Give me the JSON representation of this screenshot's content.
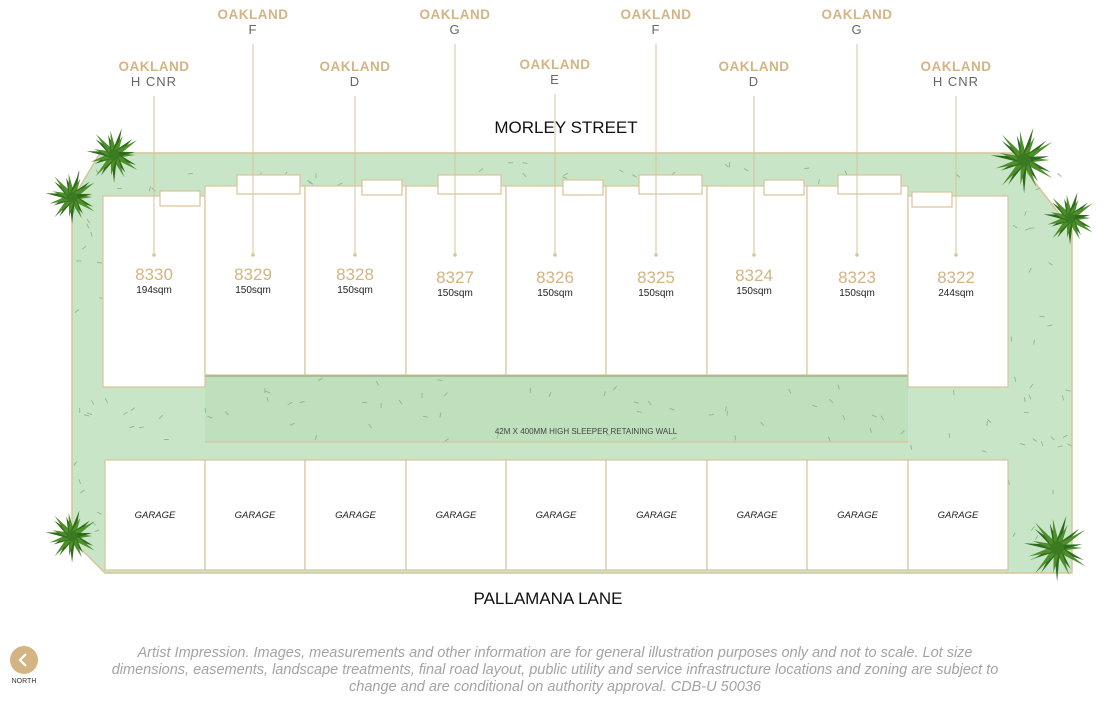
{
  "streets": {
    "top": "MORLEY STREET",
    "bottom": "PALLAMANA  LANE"
  },
  "retaining_wall": "42M X 400MM HIGH SLEEPER RETAINING WALL",
  "garage_label": "GARAGE",
  "lots": [
    {
      "number": "8330",
      "area": "194sqm",
      "house": "OAKLAND",
      "type": "H CNR"
    },
    {
      "number": "8329",
      "area": "150sqm",
      "house": "OAKLAND",
      "type": "F"
    },
    {
      "number": "8328",
      "area": "150sqm",
      "house": "OAKLAND",
      "type": "D"
    },
    {
      "number": "8327",
      "area": "150sqm",
      "house": "OAKLAND",
      "type": "G"
    },
    {
      "number": "8326",
      "area": "150sqm",
      "house": "OAKLAND",
      "type": "E"
    },
    {
      "number": "8325",
      "area": "150sqm",
      "house": "OAKLAND",
      "type": "F"
    },
    {
      "number": "8324",
      "area": "150sqm",
      "house": "OAKLAND",
      "type": "D"
    },
    {
      "number": "8323",
      "area": "150sqm",
      "house": "OAKLAND",
      "type": "G"
    },
    {
      "number": "8322",
      "area": "244sqm",
      "house": "OAKLAND",
      "type": "H CNR"
    }
  ],
  "disclaimer": "Artist Impression. Images, measurements and other information are for general illustration purposes only and not to scale. Lot size dimensions, easements, landscape treatments, final road layout, public utility and service infrastructure locations and zoning are subject to change and are conditional on authority approval. CDB-U 50036",
  "north_label": "NORTH",
  "colors": {
    "grass": "#c8e6c7",
    "outline": "#d9c39a",
    "accent": "#d4b483",
    "tree": "#2f6b1c"
  }
}
